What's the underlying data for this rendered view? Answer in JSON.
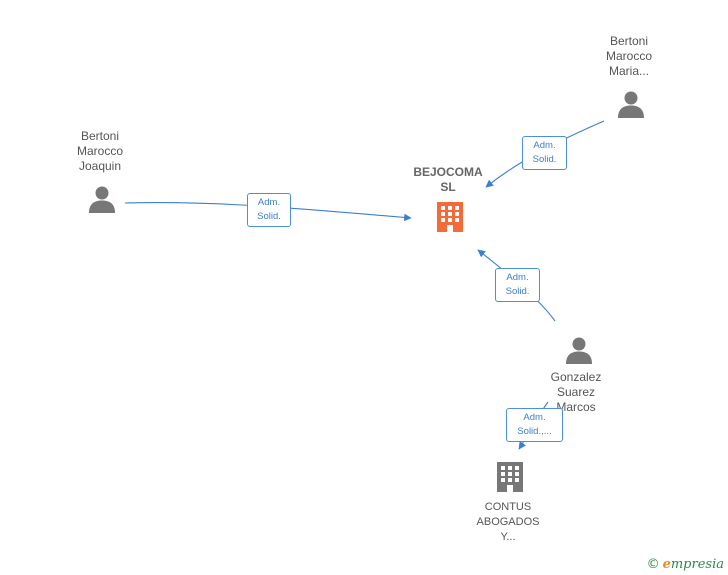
{
  "nodes": {
    "bertoni_joaquin": {
      "lines": [
        "Bertoni",
        "Marocco",
        "Joaquin"
      ],
      "type": "person"
    },
    "bertoni_maria": {
      "lines": [
        "Bertoni",
        "Marocco",
        "Maria..."
      ],
      "type": "person"
    },
    "gonzalez": {
      "lines": [
        "Gonzalez",
        "Suarez",
        "Marcos"
      ],
      "type": "person"
    },
    "bejocoma": {
      "lines": [
        "BEJOCOMA",
        "SL"
      ],
      "type": "company-main",
      "color": "#f26b38"
    },
    "contus": {
      "lines": [
        "CONTUS",
        "ABOGADOS",
        "Y..."
      ],
      "type": "company",
      "color": "#777777"
    }
  },
  "edges": {
    "joaquin_bejocoma": {
      "lines": [
        "Adm.",
        "Solid."
      ]
    },
    "maria_bejocoma": {
      "lines": [
        "Adm.",
        "Solid."
      ]
    },
    "gonzalez_bejocoma": {
      "lines": [
        "Adm.",
        "Solid."
      ]
    },
    "gonzalez_contus": {
      "lines": [
        "Adm.",
        "Solid.,..."
      ]
    }
  },
  "colors": {
    "edge": "#3a7fd0",
    "person": "#777777"
  },
  "footer": {
    "copyright": "©",
    "brand_e": "e",
    "brand_rest": "mpresia"
  }
}
